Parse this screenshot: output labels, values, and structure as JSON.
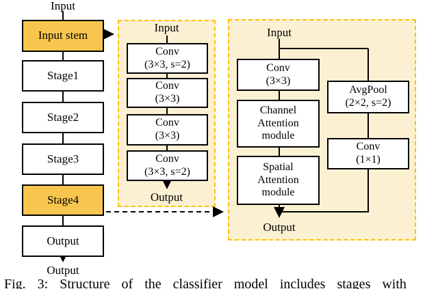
{
  "figure": {
    "caption": "Fig. 3: Structure of the classifier model includes stages with"
  },
  "colors": {
    "accent_fill": "#F8C54E",
    "panel_fill": "#FBF0D2",
    "panel_border": "#FFC000",
    "node_border": "#000000",
    "wire": "#000000"
  },
  "left_column": {
    "input_label": "Input",
    "output_label": "Output",
    "nodes": [
      {
        "label": "Input stem",
        "highlighted": true
      },
      {
        "label": "Stage1",
        "highlighted": false
      },
      {
        "label": "Stage2",
        "highlighted": false
      },
      {
        "label": "Stage3",
        "highlighted": false
      },
      {
        "label": "Stage4",
        "highlighted": true
      },
      {
        "label": "Output",
        "highlighted": false
      }
    ]
  },
  "stem_panel": {
    "input_label": "Input",
    "output_label": "Output",
    "nodes": [
      {
        "line1": "Conv",
        "line2": "(3×3, s=2)"
      },
      {
        "line1": "Conv",
        "line2": "(3×3)"
      },
      {
        "line1": "Conv",
        "line2": "(3×3)"
      },
      {
        "line1": "Conv",
        "line2": "(3×3, s=2)"
      }
    ]
  },
  "stage_panel": {
    "input_label": "Input",
    "output_label": "Output",
    "main_branch": [
      {
        "lines": [
          "Conv",
          "(3×3)"
        ]
      },
      {
        "lines": [
          "Channel",
          "Attention",
          "module"
        ]
      },
      {
        "lines": [
          "Spatial",
          "Attention",
          "module"
        ]
      }
    ],
    "side_branch": [
      {
        "lines": [
          "AvgPool",
          "(2×2, s=2)"
        ]
      },
      {
        "lines": [
          "Conv",
          "(1×1)"
        ]
      }
    ]
  }
}
